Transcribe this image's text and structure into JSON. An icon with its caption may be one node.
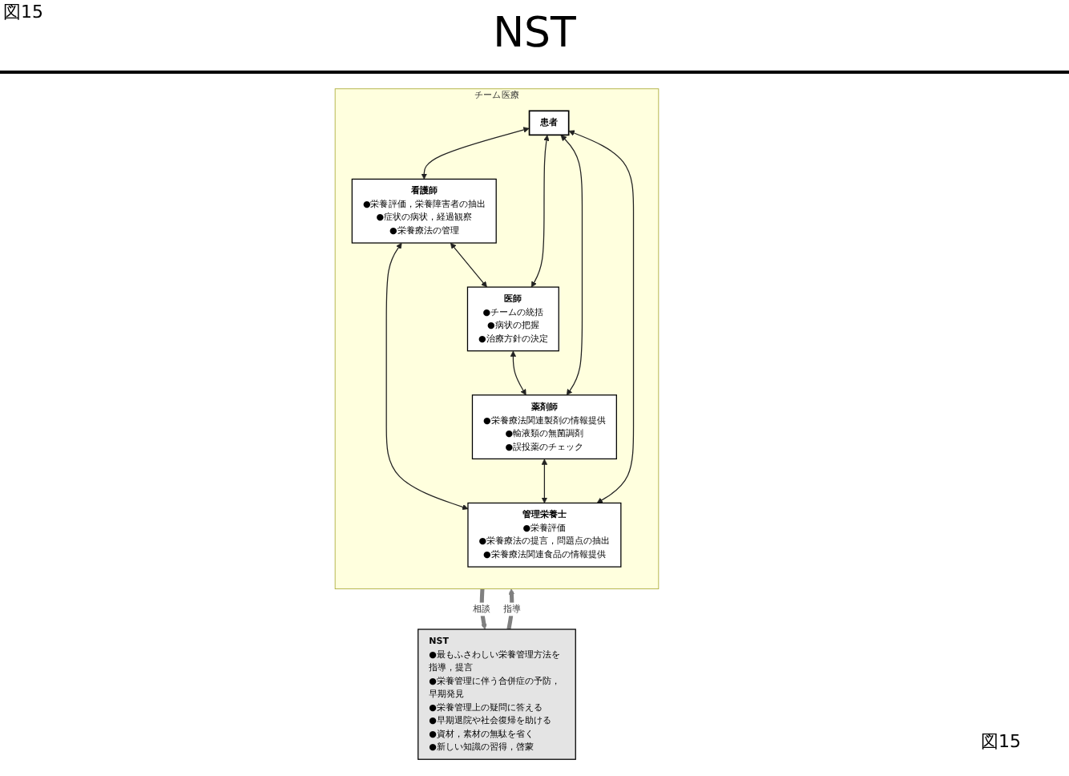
{
  "diagram": {
    "title": "NST",
    "nodes": [
      {
        "text": [
          "NST",
          "●最もふさわしい栄養管理方法を指導，提言",
          "●栄養管理に伴う合併症の予防，早期発見",
          "●栄養管理上の疑問に答える",
          "●早期退院や社会復帰を助ける",
          "●資材，素材の無駄を省く",
          "●新しい知識の習得，啓蒙"
        ]
      },
      {
        "text": [
          "チーム医療"
        ]
      },
      {
        "text": [
          "医師",
          "●チームの統括",
          "●病状の把握",
          "●治療方針の決定"
        ],
        "in": 1
      },
      {
        "text": [
          "看護師",
          "●栄養評価，栄養障害者の抽出",
          "●症状の病状，経過観察",
          "●栄養療法の管理"
        ],
        "in": 1
      },
      {
        "text": [
          "患者"
        ],
        "in": 1
      },
      {
        "text": [
          "薬剤師",
          "●栄養療法関連製剤の情報提供",
          "●輸液類の無菌調剤",
          "●誤投薬のチェック"
        ],
        "in": 1
      },
      {
        "text": [
          "管理栄養士",
          "●栄養評価",
          "●栄養療法の提言，問題点の抽出",
          "●栄養療法関連食品の情報提供"
        ],
        "in": 1
      }
    ],
    "edges": [
      {
        "from": 1,
        "to": 0,
        "arrow": "to",
        "label": "相談",
        "style": "thick",
        "color": "#808080"
      },
      {
        "from": 0,
        "to": 1,
        "arrow": "to",
        "label": "指導",
        "style": "thick",
        "color": "#808080"
      },
      {
        "from": 3,
        "to": 2,
        "arrow": "both"
      },
      {
        "from": 2,
        "to": 5,
        "arrow": "both"
      },
      {
        "from": 3,
        "to": 6,
        "arrow": "both"
      },
      {
        "from": 5,
        "to": 6,
        "arrow": "both"
      },
      {
        "from": 4,
        "to": 2,
        "arrow": "both"
      },
      {
        "from": 4,
        "to": 3,
        "arrow": "both"
      },
      {
        "from": 4,
        "to": 5,
        "arrow": "both"
      },
      {
        "from": 4,
        "to": 6,
        "arrow": "both"
      }
    ],
    "labels": [
      "図15",
      "図15"
    ]
  }
}
